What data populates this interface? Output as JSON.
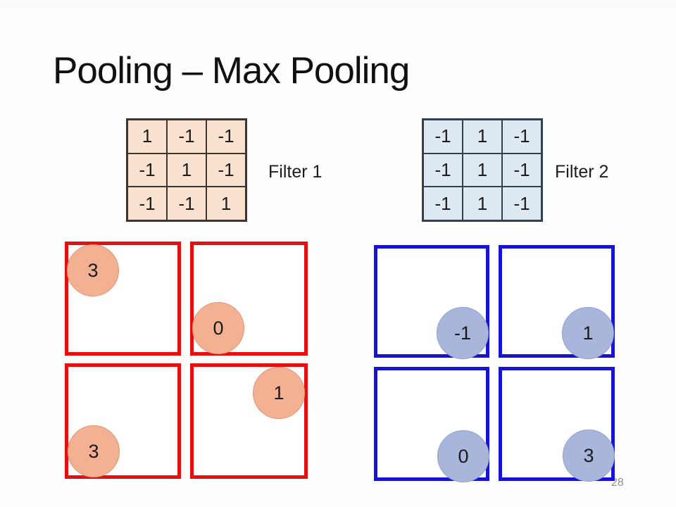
{
  "slide": {
    "title": "Pooling – Max Pooling",
    "page_number": "28"
  },
  "filters": [
    {
      "label": "Filter 1",
      "theme": "orange",
      "cell_bg": "#f8e2cf",
      "table_border": "#3e3530",
      "rows": [
        [
          "1",
          "-1",
          "-1"
        ],
        [
          "-1",
          "1",
          "-1"
        ],
        [
          "-1",
          "-1",
          "1"
        ]
      ]
    },
    {
      "label": "Filter 2",
      "theme": "blue",
      "cell_bg": "#dde8f1",
      "table_border": "#33404d",
      "rows": [
        [
          "-1",
          "1",
          "-1"
        ],
        [
          "-1",
          "1",
          "-1"
        ],
        [
          "-1",
          "1",
          "-1"
        ]
      ]
    }
  ],
  "feature_maps": [
    {
      "name": "filter1-max-pooling-output",
      "box_border_color": "#e60e0e",
      "circle_fill": "#f3b092",
      "cells": [
        {
          "value": "3",
          "circle_position": "top-left"
        },
        {
          "value": "0",
          "circle_position": "bottom-left"
        },
        {
          "value": "3",
          "circle_position": "bottom-left"
        },
        {
          "value": "1",
          "circle_position": "top-right"
        }
      ]
    },
    {
      "name": "filter2-max-pooling-output",
      "box_border_color": "#1713d6",
      "circle_fill": "#a8b6dc",
      "cells": [
        {
          "value": "-1",
          "circle_position": "bottom-right"
        },
        {
          "value": "1",
          "circle_position": "bottom-right"
        },
        {
          "value": "0",
          "circle_position": "bottom-right"
        },
        {
          "value": "3",
          "circle_position": "bottom-right"
        }
      ]
    }
  ]
}
